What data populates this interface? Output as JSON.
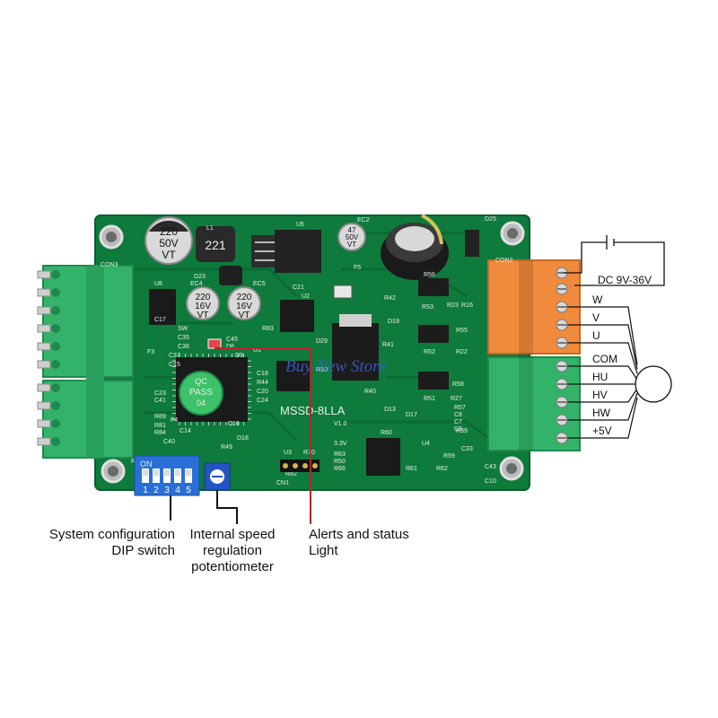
{
  "board": {
    "model": "MSSD-8LLA",
    "version": "V1.0",
    "watermark": "Buy New Store",
    "qc_sticker": {
      "line1": "QC",
      "line2": "PASS",
      "line3": "04"
    },
    "cap_left": {
      "line1": "220",
      "line2": "50V",
      "line3": "VT"
    },
    "cap_ec4": {
      "line1": "220",
      "line2": "16V",
      "line3": "VT"
    },
    "cap_ec5": {
      "line1": "220",
      "line2": "16V",
      "line3": "VT"
    },
    "cap_ec2": {
      "line1": "47",
      "line2": "50V",
      "line3": "VT"
    },
    "inductor": "221",
    "silk_labels": [
      "CON3",
      "CON2",
      "U5",
      "EC2",
      "D25",
      "L1",
      "U8",
      "EC4",
      "EC5",
      "D23",
      "C21",
      "U2",
      "F5",
      "R56",
      "R42",
      "R53",
      "R23",
      "R16",
      "D19",
      "R55",
      "D29",
      "R41",
      "R52",
      "R22",
      "R30",
      "R40",
      "R51",
      "D13",
      "D17",
      "R27",
      "R39",
      "U1",
      "R44",
      "C18",
      "C20",
      "C24",
      "C16",
      "R49",
      "D18",
      "C23",
      "C41",
      "R89",
      "R81",
      "R84",
      "C40",
      "F4",
      "C14",
      "U3",
      "R70",
      "R82",
      "CN1",
      "3.3V",
      "R63",
      "R50",
      "R66",
      "R60",
      "U4",
      "R61",
      "R62",
      "R59",
      "C33",
      "C10",
      "C43",
      "F2",
      "Rp1",
      "SW",
      "C35",
      "C36",
      "C37",
      "C15",
      "F3",
      "R83",
      "C45",
      "D8",
      "D9",
      "C17",
      "R58",
      "R57",
      "C8",
      "C7",
      "C6",
      "R19"
    ],
    "dip_switch": {
      "on_label": "ON",
      "positions": [
        "1",
        "2",
        "3",
        "4",
        "5"
      ]
    }
  },
  "wiring": {
    "power_label": "DC 9V-36V",
    "terminals": [
      "W",
      "V",
      "U",
      "COM",
      "HU",
      "HV",
      "HW",
      "+5V"
    ]
  },
  "callouts": {
    "dip": [
      "System configuration",
      "DIP switch"
    ],
    "pot": [
      "Internal speed",
      "regulation",
      "potentiometer"
    ],
    "led": [
      "Alerts and status",
      "Light"
    ]
  },
  "colors": {
    "pcb": "#0e7a3c",
    "pcb_dark": "#0a5e2d",
    "terminal_green": "#33b36a",
    "terminal_orange": "#f08a3c",
    "dip_blue": "#2a6fd6",
    "pot_blue": "#2255c4",
    "callout_led": "#b3262a",
    "watermark": "#3a5fd9"
  }
}
